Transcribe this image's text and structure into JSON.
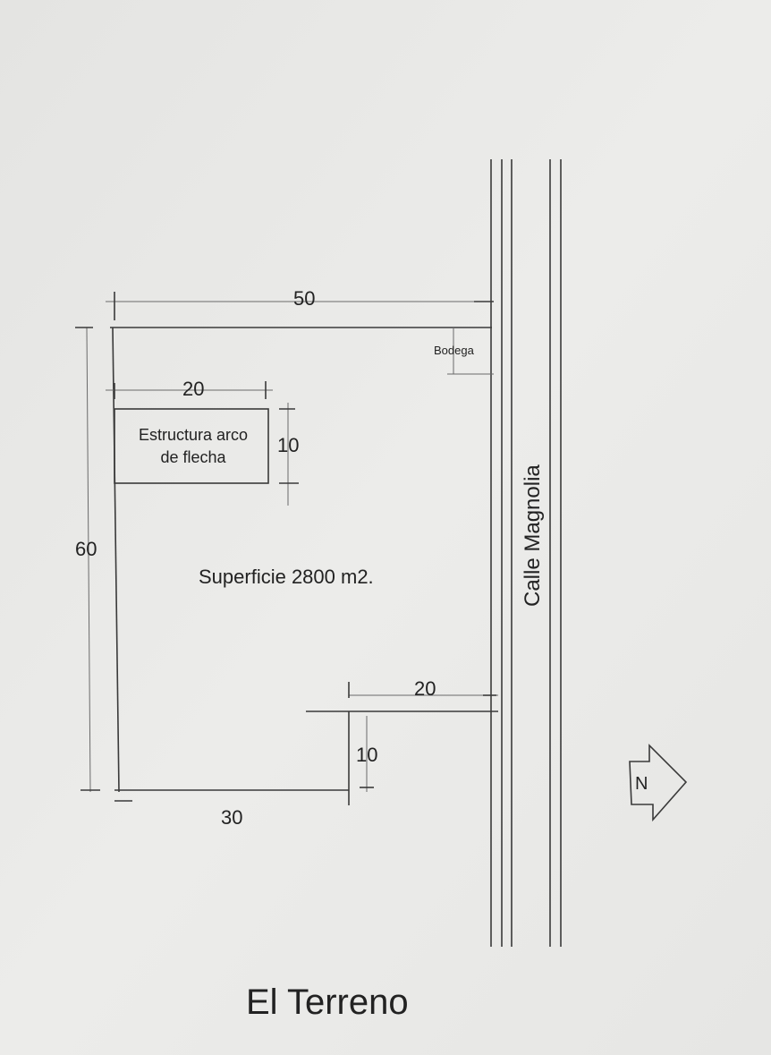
{
  "title": "El Terreno",
  "street_label": "Calle Magnolia",
  "area_label": "Superficie 2800 m2.",
  "structure_label_line1": "Estructura arco",
  "structure_label_line2": "de flecha",
  "storage_label": "Bodega",
  "north_label": "N",
  "dimensions": {
    "top_width": "50",
    "left_height": "60",
    "structure_width": "20",
    "structure_height": "10",
    "notch_width": "20",
    "notch_height": "10",
    "bottom_width": "30"
  },
  "colors": {
    "paper": "#e9e9e7",
    "ink": "#222222"
  }
}
